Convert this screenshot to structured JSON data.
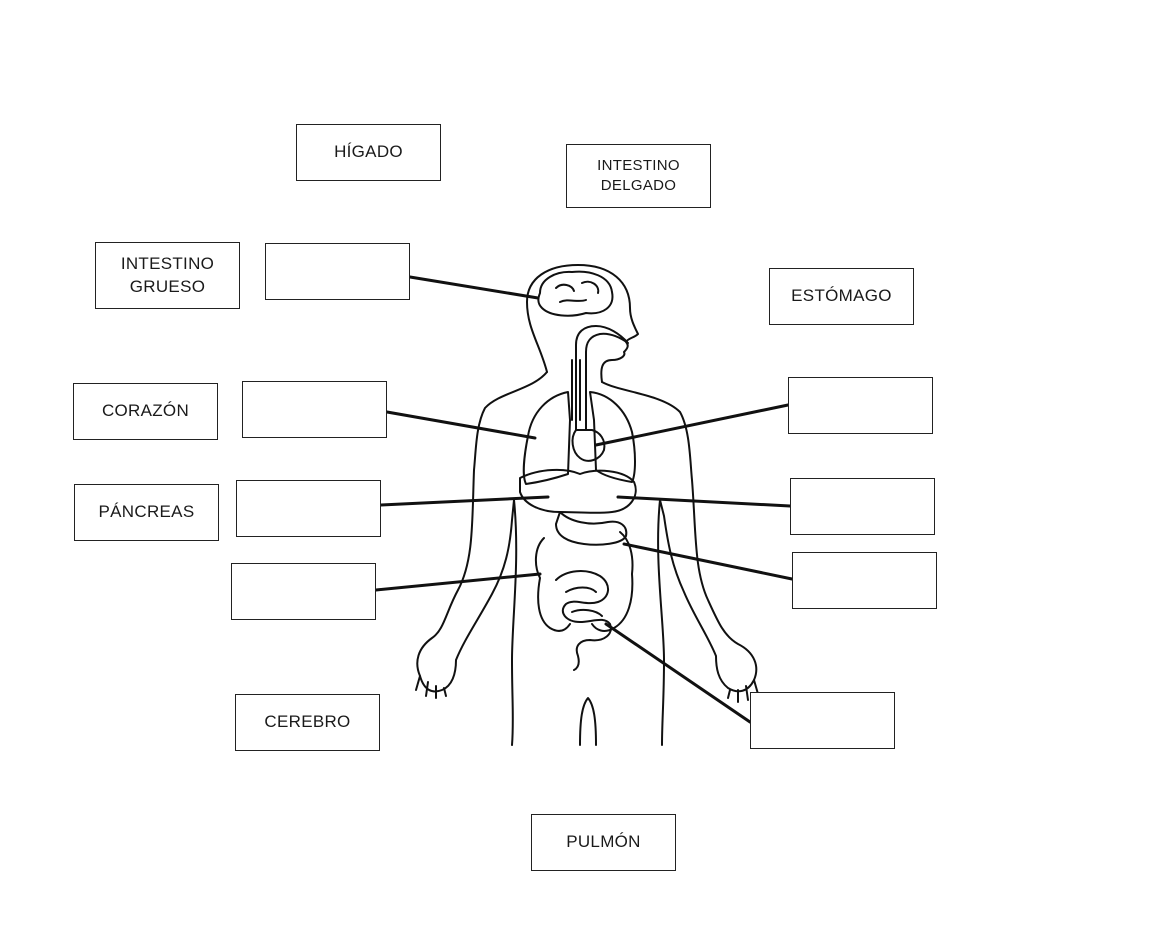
{
  "word_bank": {
    "higado": "HÍGADO",
    "intestino_delgado": [
      "INTESTINO",
      "DELGADO"
    ],
    "intestino_grueso": [
      "INTESTINO",
      "GRUESO"
    ],
    "estomago": "ESTÓMAGO",
    "corazon": "CORAZÓN",
    "pancreas": "PÁNCREAS",
    "cerebro": "CEREBRO",
    "pulmon": "PULMÓN"
  },
  "answer_boxes": [
    "",
    "",
    "",
    "",
    "",
    "",
    "",
    ""
  ],
  "colors": {
    "ink": "#111111",
    "paper": "#ffffff"
  }
}
